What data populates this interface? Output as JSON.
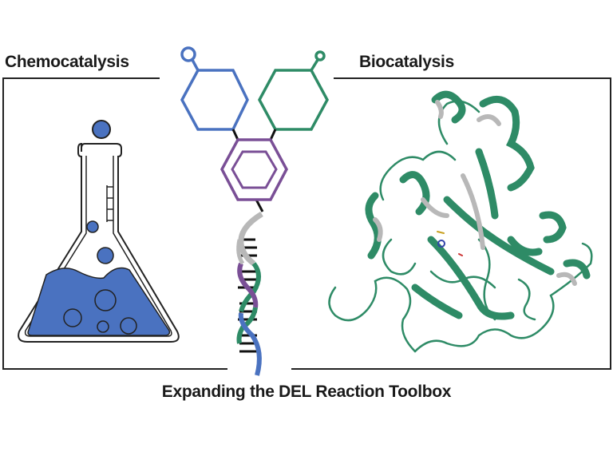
{
  "labels": {
    "left": "Chemocatalysis",
    "right": "Biocatalysis",
    "caption": "Expanding the DEL Reaction Toolbox"
  },
  "colors": {
    "blue": "#4a72c0",
    "green": "#2e8b66",
    "purple": "#7a4f96",
    "gray": "#b8b8b8",
    "flask_fill": "#4a72c0",
    "frame": "#222222"
  }
}
